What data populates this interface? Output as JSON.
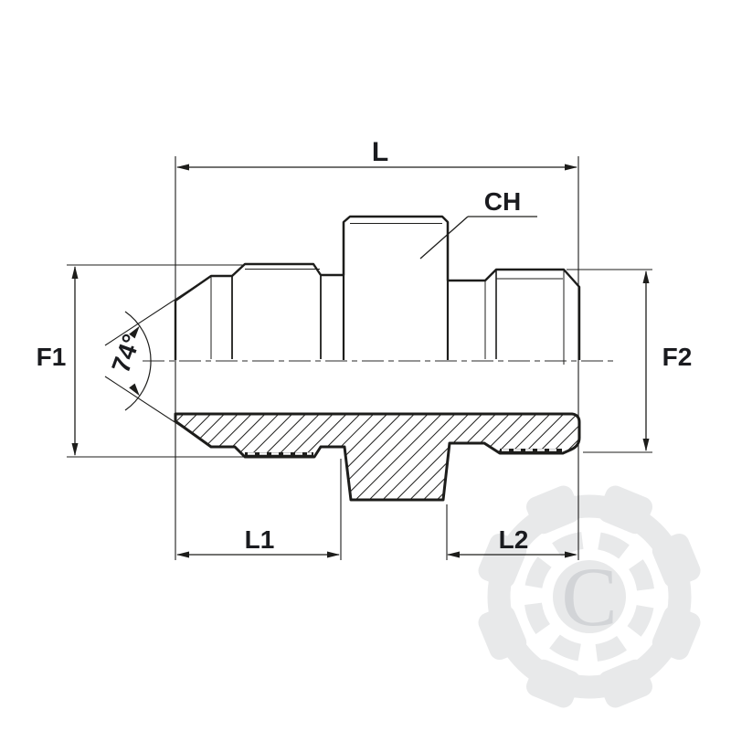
{
  "drawing": {
    "type": "technical-drawing-hydraulic-adapter-half-section",
    "labels": {
      "overall_length": "L",
      "hex_wrench": "CH",
      "left_thread": "F1",
      "right_thread": "F2",
      "cone_angle": "74°",
      "left_length": "L1",
      "right_length": "L2"
    },
    "colors": {
      "line": "#1d1d1b",
      "label": "#1a1b1f",
      "background": "#ffffff",
      "watermark_body": "#e8e9ea",
      "watermark_letter": "#d2d4d7"
    }
  },
  "watermark": {
    "letter": "C"
  }
}
